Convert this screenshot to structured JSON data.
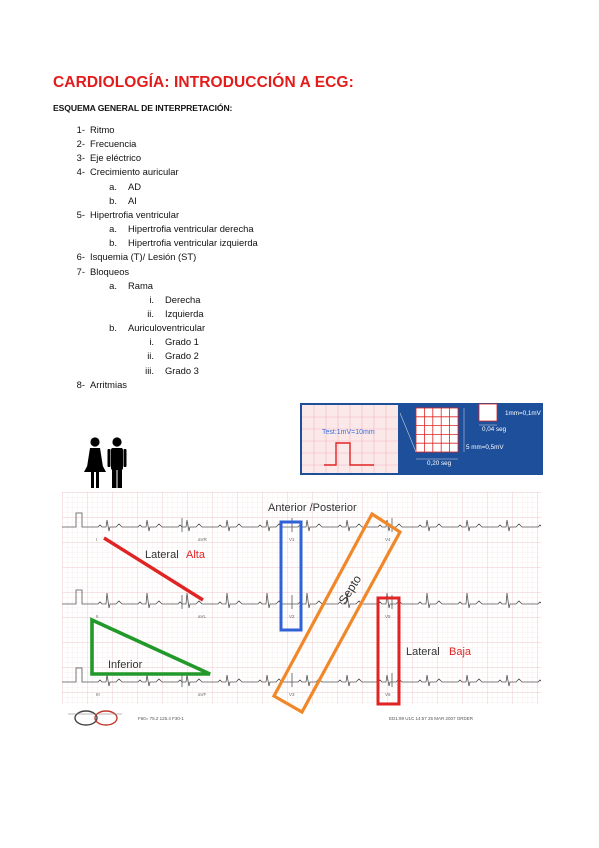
{
  "title": "CARDIOLOGÍA: INTRODUCCIÓN A ECG:",
  "subtitle": "ESQUEMA GENERAL DE INTERPRETACIÓN:",
  "outline": [
    {
      "marker": "1-",
      "text": "Ritmo",
      "level": 0
    },
    {
      "marker": "2-",
      "text": "Frecuencia",
      "level": 0
    },
    {
      "marker": "3-",
      "text": "Eje eléctrico",
      "level": 0
    },
    {
      "marker": "4-",
      "text": "Crecimiento auricular",
      "level": 0
    },
    {
      "marker": "a.",
      "text": "AD",
      "level": 1
    },
    {
      "marker": "b.",
      "text": "AI",
      "level": 1
    },
    {
      "marker": "5-",
      "text": "Hipertrofia ventricular",
      "level": 0
    },
    {
      "marker": "a.",
      "text": "Hipertrofia ventricular derecha",
      "level": 1
    },
    {
      "marker": "b.",
      "text": "Hipertrofia ventricular izquierda",
      "level": 1
    },
    {
      "marker": "6-",
      "text": "Isquemia (T)/ Lesión (ST)",
      "level": 0
    },
    {
      "marker": "7-",
      "text": "Bloqueos",
      "level": 0
    },
    {
      "marker": "a.",
      "text": "Rama",
      "level": 1
    },
    {
      "marker": "i.",
      "text": "Derecha",
      "level": 2
    },
    {
      "marker": "ii.",
      "text": "Izquierda",
      "level": 2
    },
    {
      "marker": "b.",
      "text": "Auriculoventricular",
      "level": 1
    },
    {
      "marker": "i.",
      "text": "Grado 1",
      "level": 2
    },
    {
      "marker": "ii.",
      "text": "Grado 2",
      "level": 2
    },
    {
      "marker": "iii.",
      "text": "Grado 3",
      "level": 2
    },
    {
      "marker": "8-",
      "text": "Arritmias",
      "level": 0
    }
  ],
  "scale": {
    "test_label": "Test:1mV=10mm",
    "small_square": "1mm=0,1mV",
    "time_small": "0,04 seg",
    "voltage_big": "5 mm=0,5mV",
    "time_big": "0,20 seg"
  },
  "ecg": {
    "anterior_posterior": "Anterior /Posterior",
    "lateral": "Lateral",
    "alta": "Alta",
    "septo": "Septo",
    "inferior": "Inferior",
    "baja": "Baja",
    "lead_labels": [
      "I",
      "aVR",
      "V1",
      "V4",
      "II",
      "aVL",
      "V2",
      "V5",
      "III",
      "aVF",
      "V3",
      "V6"
    ],
    "footer_left": "F60= 75.2 125.4 F30-1",
    "footer_right": "ED1:99 U1C 14:57 25 MAR 2007 ORDER"
  },
  "colors": {
    "title_red": "#e31b1b",
    "lateral_alta": "#e02424",
    "anterior_posterior": "#2f62d6",
    "septo": "#f0882a",
    "inferior": "#2ea12e",
    "lateral_baja": "#e02424",
    "scale_blue": "#1d4f9b"
  },
  "icons": [
    "couple-icon",
    "logo-icon"
  ]
}
